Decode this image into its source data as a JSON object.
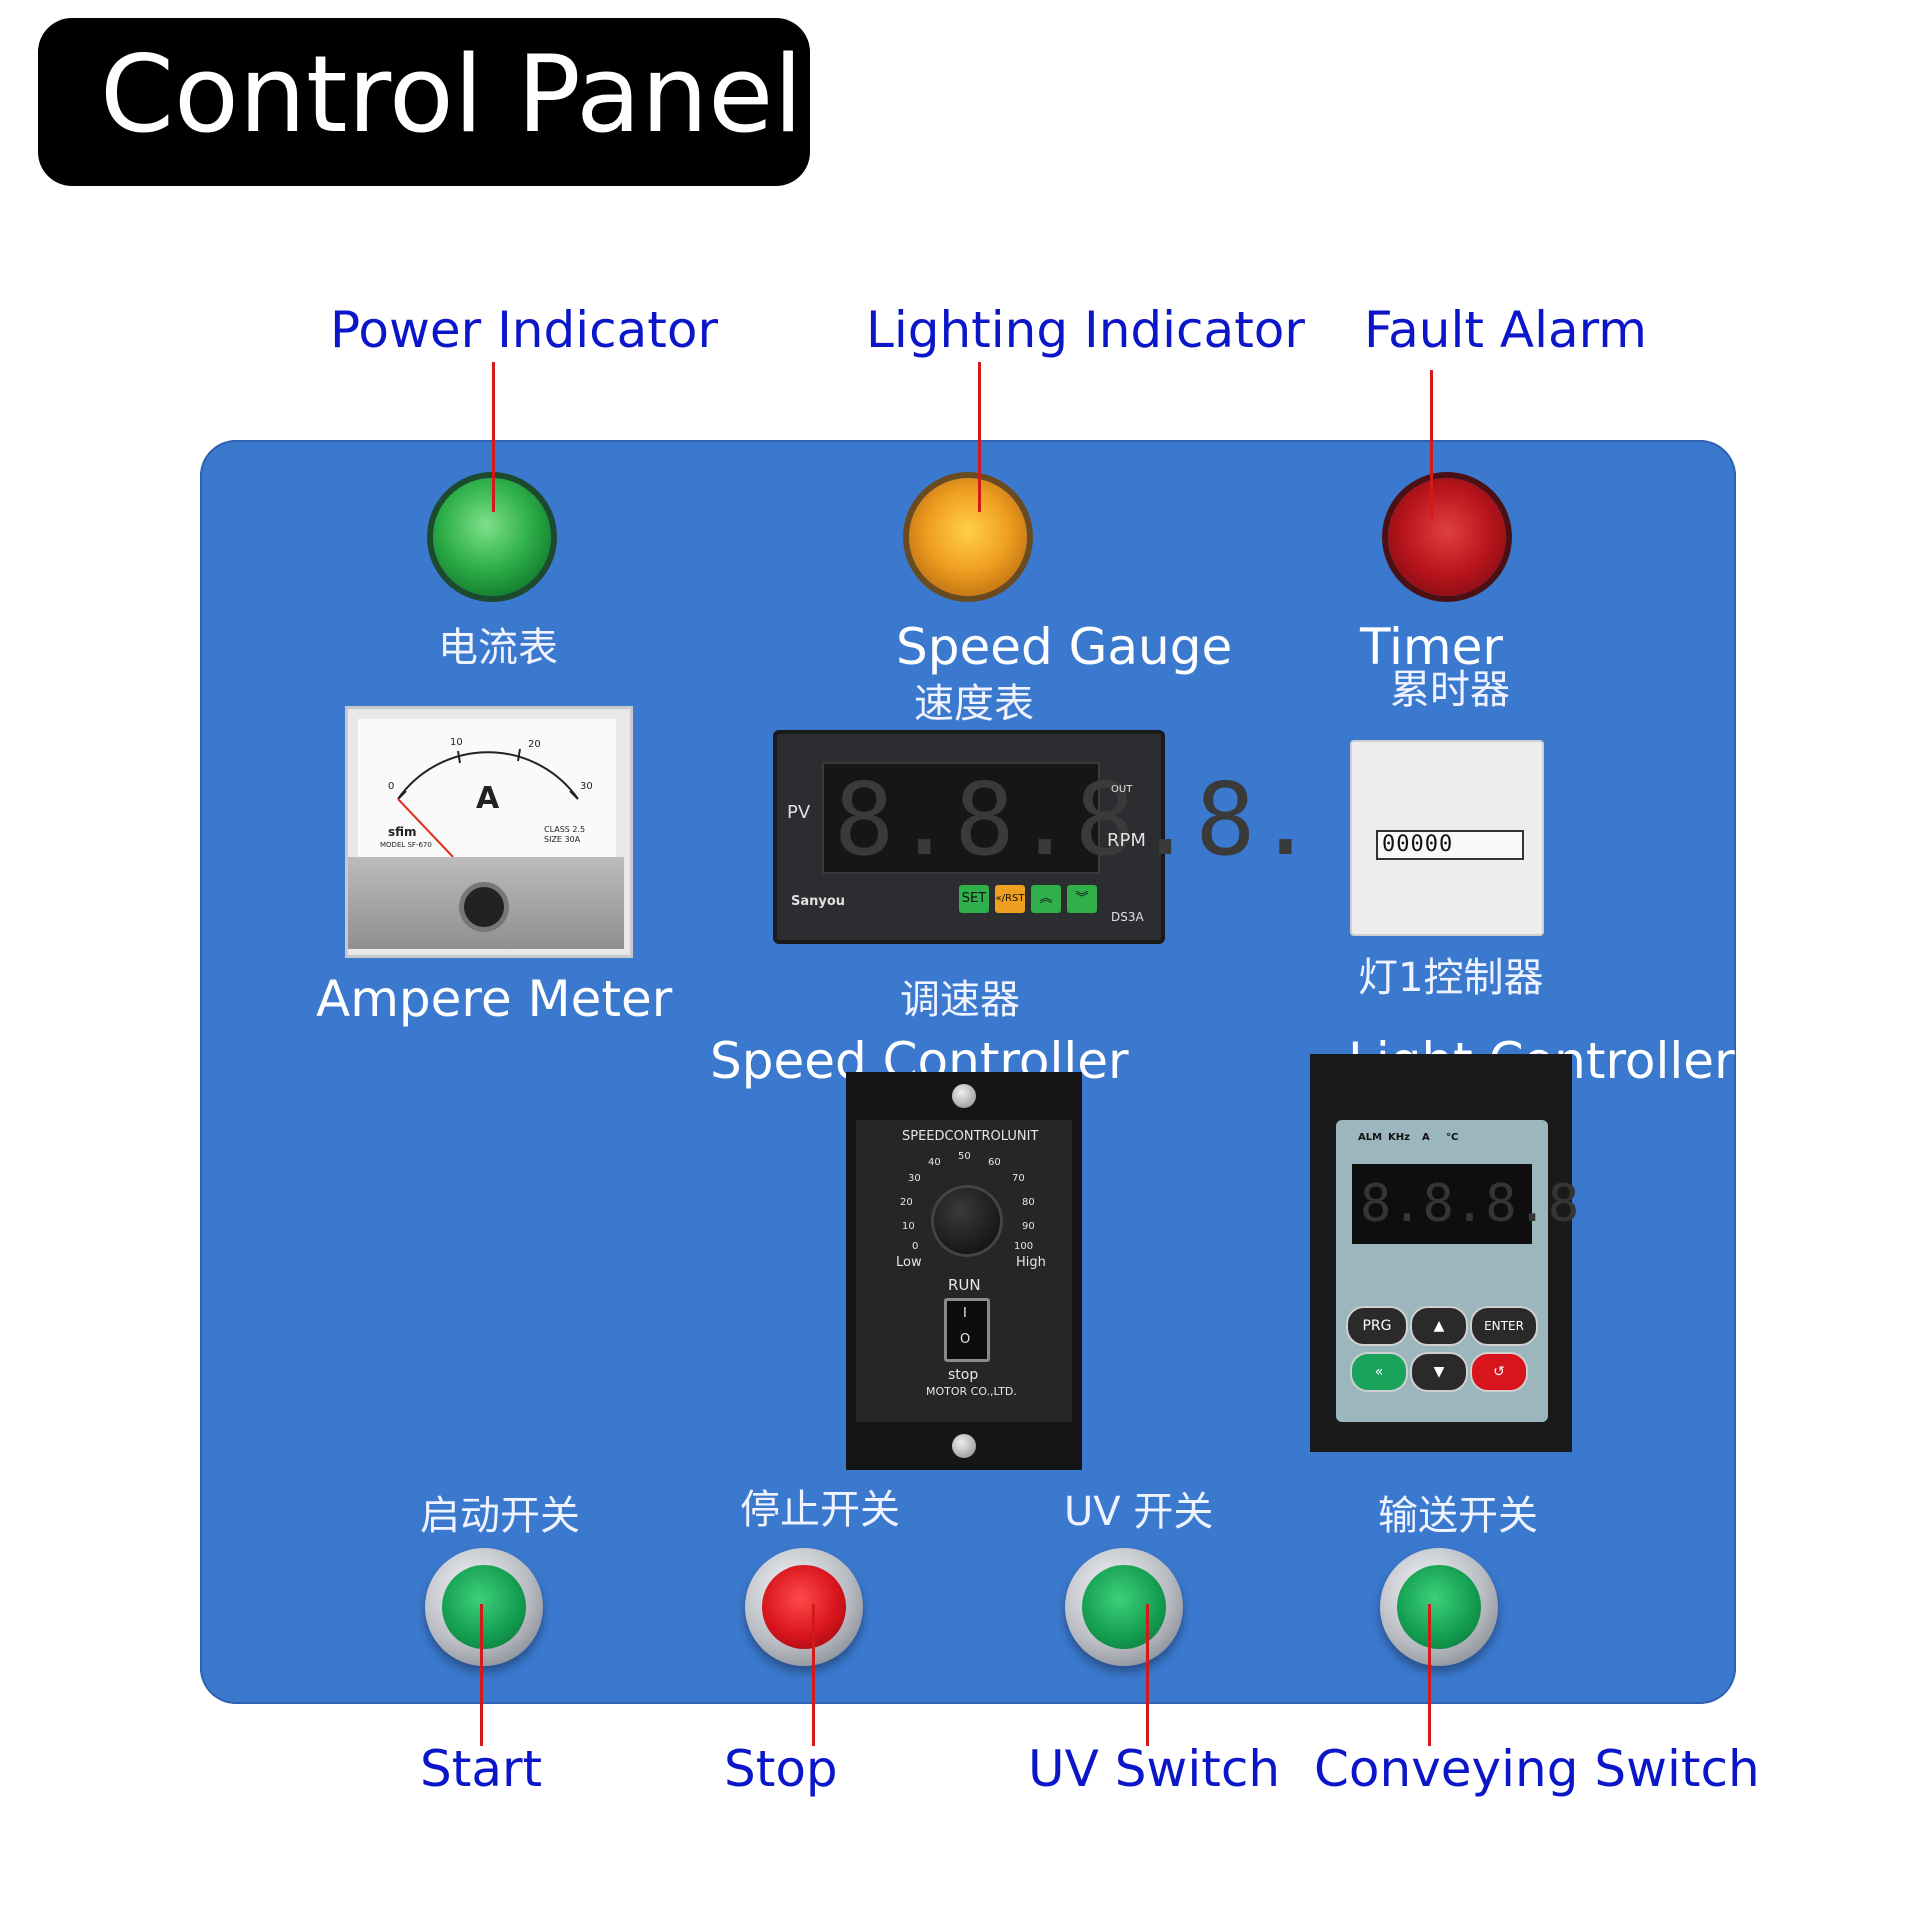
{
  "title": "Control Panel",
  "callouts": {
    "power_indicator": "Power Indicator",
    "lighting_indicator": "Lighting Indicator",
    "fault_alarm": "Fault Alarm",
    "speed_gauge": "Speed Gauge",
    "timer": "Timer",
    "ampere_meter": "Ampere Meter",
    "speed_controller": "Speed Controller",
    "light_controller": "Light Controller",
    "start": "Start",
    "stop": "Stop",
    "uv_switch": "UV Switch",
    "conveying_switch": "Conveying Switch"
  },
  "panel_labels_cn": {
    "ammeter": "电流表",
    "speed_gauge": "速度表",
    "timer": "累时器",
    "speed_controller": "调速器",
    "light_controller": "灯1控制器",
    "start": "启动开关",
    "stop": "停止开关",
    "uv": "UV 开关",
    "conveying": "输送开关"
  },
  "ammeter": {
    "unit": "A",
    "ticks": [
      "0",
      "10",
      "20",
      "30"
    ],
    "brand": "sfim",
    "model": "MODEL SF-670",
    "class": "CLASS 2.5",
    "size": "SIZE 30A"
  },
  "speed_gauge": {
    "display": "8.8.8.8.",
    "pv": "PV",
    "out": "OUT",
    "rpm": "RPM",
    "brand": "Sanyou",
    "model": "DS3A",
    "keys": {
      "set": "SET",
      "rst": "«/RST",
      "up": "︽",
      "down": "︾"
    }
  },
  "timer": {
    "counter": "00000"
  },
  "speed_controller": {
    "header": "SPEEDCONTROLUNIT",
    "scale": [
      "0",
      "10",
      "20",
      "30",
      "40",
      "50",
      "60",
      "70",
      "80",
      "90",
      "100"
    ],
    "low": "Low",
    "high": "High",
    "run": "RUN",
    "on": "I",
    "off": "O",
    "stop": "stop",
    "maker": "MOTOR CO.,LTD."
  },
  "light_controller": {
    "indicators": [
      "ALM",
      "KHz",
      "A",
      "°C"
    ],
    "display": "8.8.8.8",
    "keys": {
      "prg": "PRG",
      "up": "▲",
      "enter": "ENTER",
      "left": "«",
      "down": "▼",
      "back": "↺"
    }
  },
  "colors": {
    "panel": "#3b79cf",
    "callout_text": "#0b16c9",
    "leader": "#d21a1a",
    "green": "#1aa35a",
    "red": "#d8141c",
    "amber": "#f0a020"
  }
}
